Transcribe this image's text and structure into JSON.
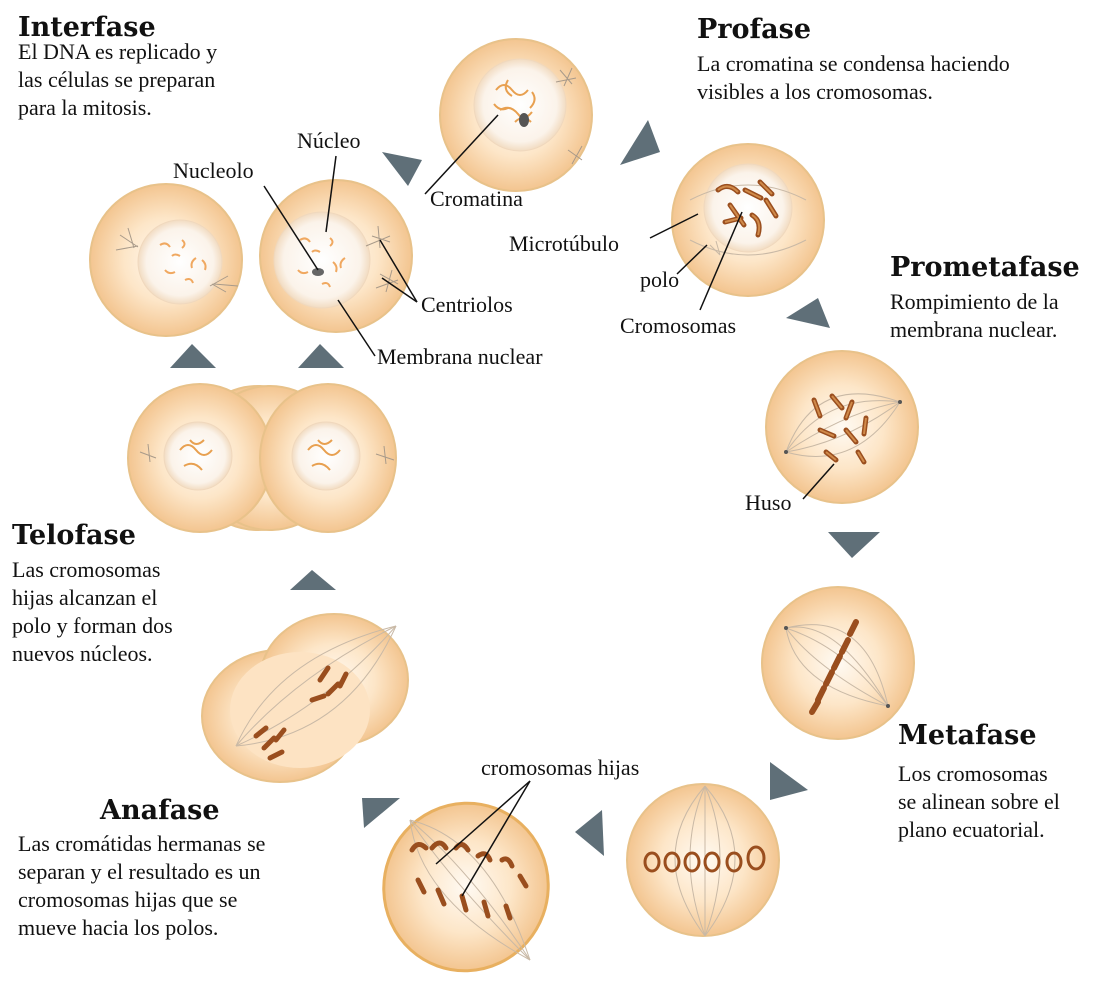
{
  "phases": {
    "interfase": {
      "title": "Interfase",
      "desc": "El DNA es replicado y\nlas células se preparan\npara la mitosis."
    },
    "profase": {
      "title": "Profase",
      "desc": "La cromatina se condensa haciendo\nvisibles a los cromosomas."
    },
    "prometafase": {
      "title": "Prometafase",
      "desc": "Rompimiento de la\nmembrana nuclear."
    },
    "metafase": {
      "title": "Metafase",
      "desc": "Los cromosomas\nse alinean sobre el\nplano ecuatorial."
    },
    "anafase": {
      "title": "Anafase",
      "desc": "Las cromátidas hermanas se\nseparan y el resultado es un\ncromosomas hijas que se\nmueve hacia los polos."
    },
    "telofase": {
      "title": "Telofase",
      "desc": "Las cromosomas\nhijas alcanzan el\npolo y forman dos\nnuevos núcleos."
    }
  },
  "labels": {
    "nucleo": "Núcleo",
    "nucleolo": "Nucleolo",
    "cromatina": "Cromatina",
    "centriolos": "Centriolos",
    "membrana_nuclear": "Membrana nuclear",
    "microtubulo": "Microtúbulo",
    "polo": "polo",
    "cromosomas": "Cromosomas",
    "huso": "Huso",
    "cromosomas_hijas": "cromosomas hijas"
  },
  "colors": {
    "cell_edge": "#e8c28a",
    "cell_fill": "#f8d9b0",
    "chromosome": "#9a4e1e",
    "arrow": "#5f6f78"
  }
}
